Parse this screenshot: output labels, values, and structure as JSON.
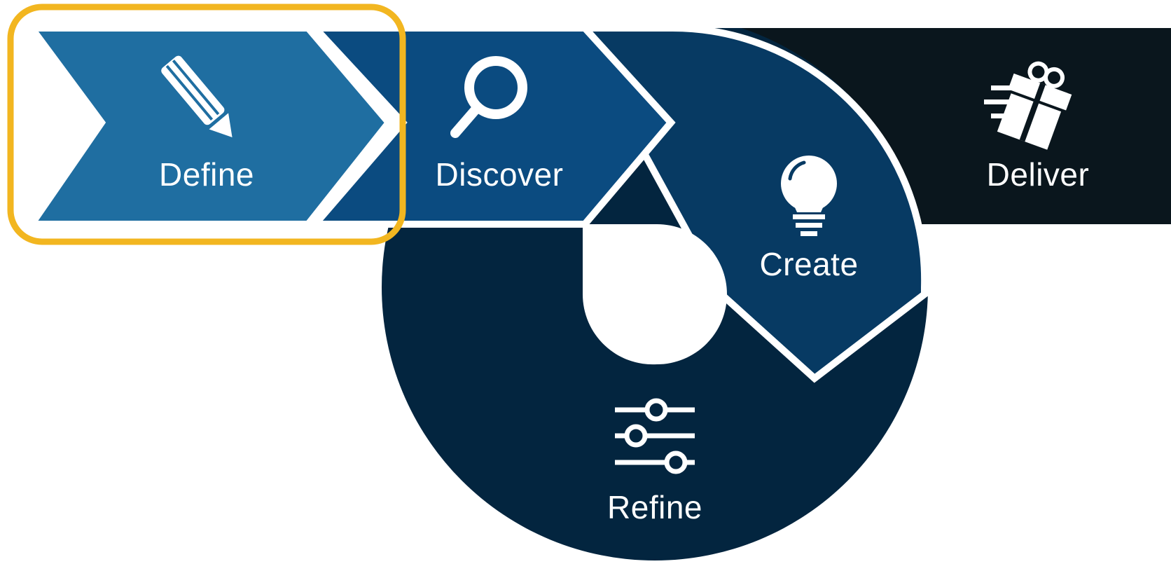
{
  "diagram": {
    "highlighted_step": "define",
    "colors": {
      "define": "#1f6ea1",
      "discover": "#0b4b80",
      "create": "#073a63",
      "refine": "#03253f",
      "deliver": "#0a161d",
      "highlight": "#f2b620",
      "icon": "#ffffff"
    },
    "steps": {
      "define": {
        "label": "Define",
        "icon": "pencil-icon"
      },
      "discover": {
        "label": "Discover",
        "icon": "magnifier-icon"
      },
      "create": {
        "label": "Create",
        "icon": "lightbulb-icon"
      },
      "refine": {
        "label": "Refine",
        "icon": "sliders-icon"
      },
      "deliver": {
        "label": "Deliver",
        "icon": "gift-icon"
      }
    }
  }
}
